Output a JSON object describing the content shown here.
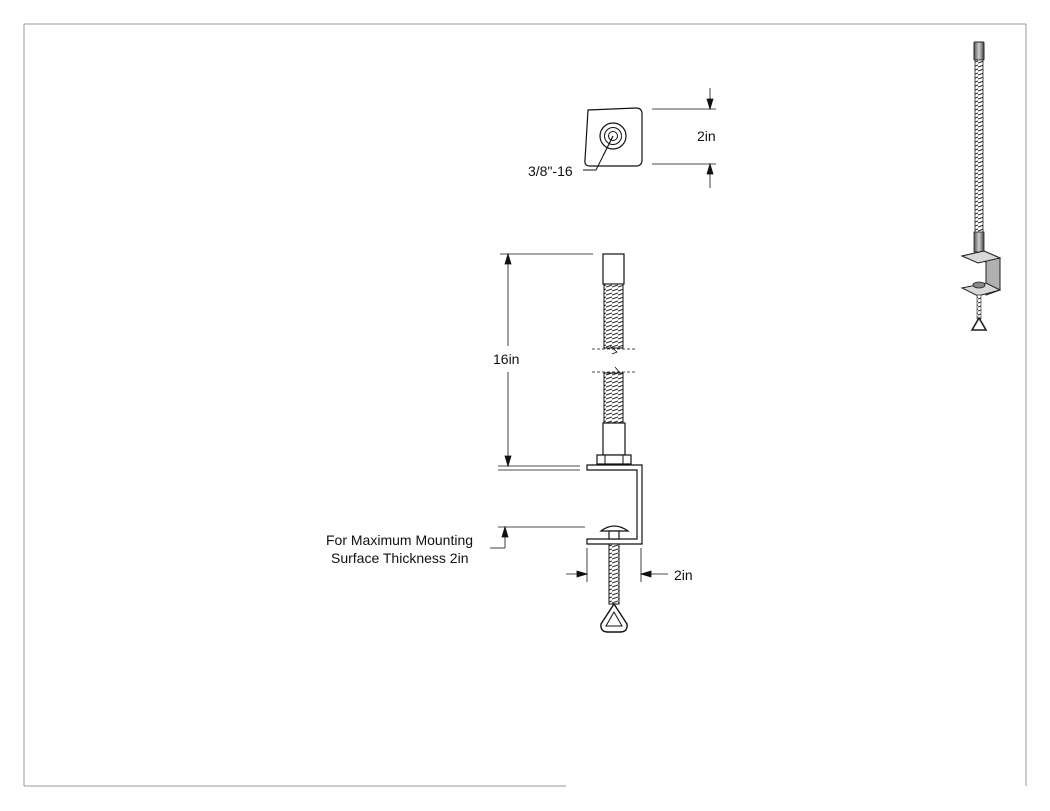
{
  "drawing": {
    "top_view": {
      "height_label": "2in",
      "thread_label": "3/8\"-16"
    },
    "side_view": {
      "length_label": "16in",
      "clamp_depth_label": "2in",
      "note_line1": "For Maximum Mounting",
      "note_line2": "Surface Thickness 2in"
    }
  }
}
